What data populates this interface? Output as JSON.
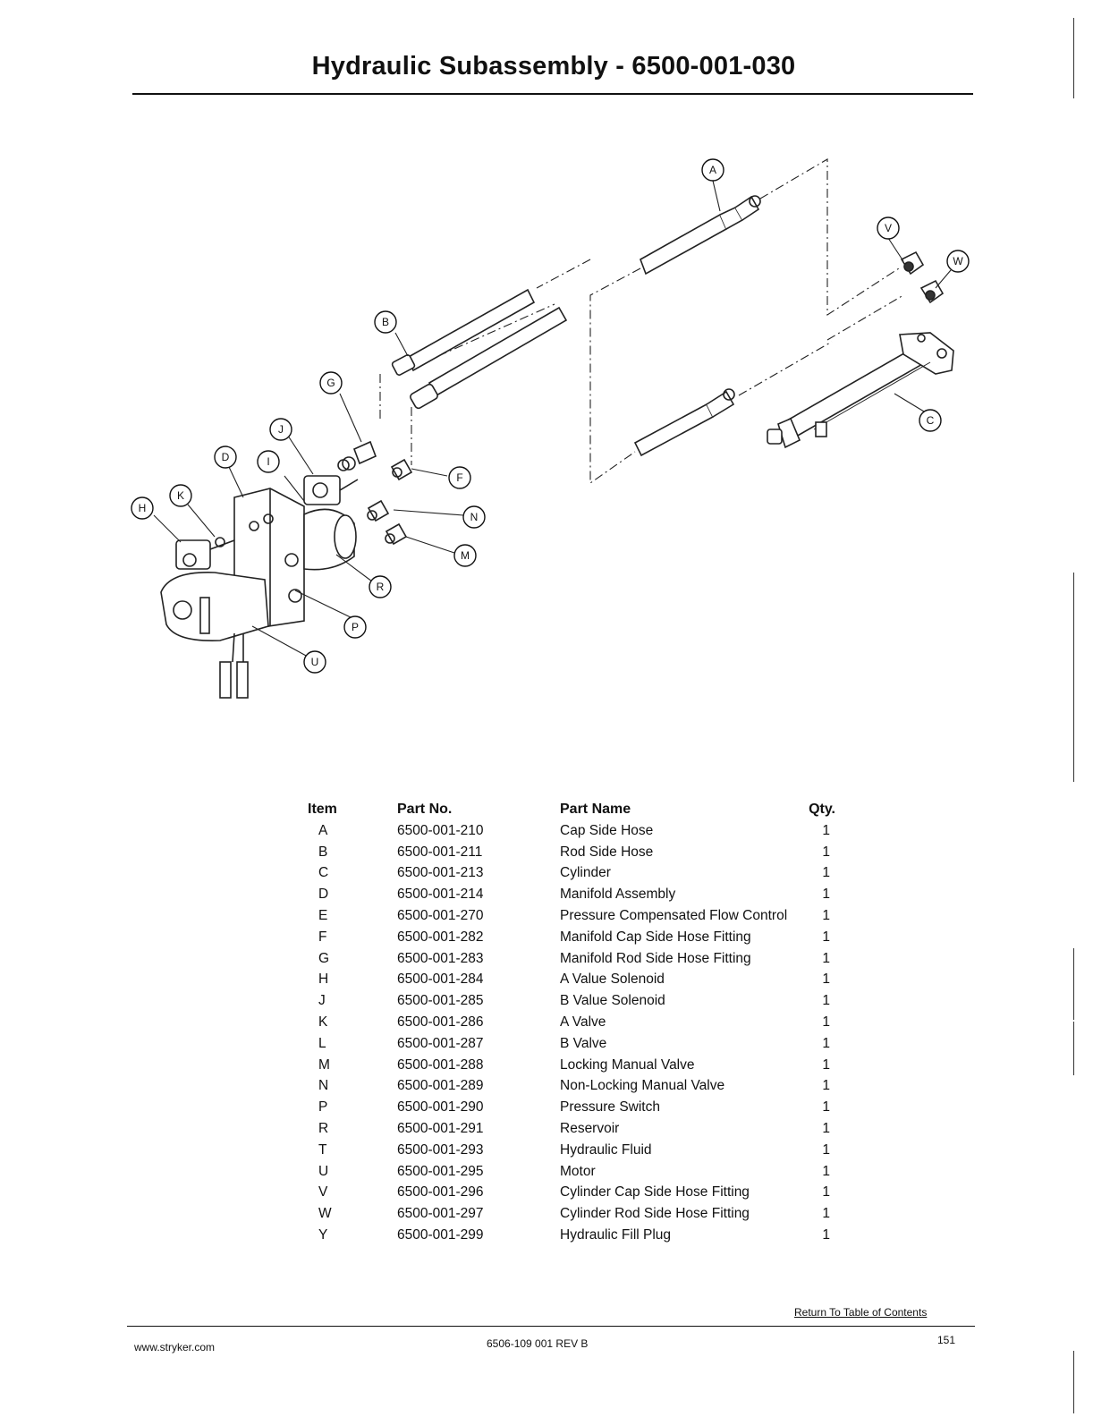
{
  "page": {
    "title": "Hydraulic Subassembly - 6500-001-030"
  },
  "diagram": {
    "labels": [
      "A",
      "B",
      "C",
      "D",
      "F",
      "G",
      "H",
      "I",
      "J",
      "K",
      "M",
      "N",
      "P",
      "R",
      "U",
      "V",
      "W"
    ]
  },
  "parts_list": {
    "columns": [
      "Item",
      "Part No.",
      "Part Name",
      "Qty."
    ],
    "rows": [
      {
        "item": "A",
        "part_no": "6500-001-210",
        "name": "Cap Side Hose",
        "qty": "1"
      },
      {
        "item": "B",
        "part_no": "6500-001-211",
        "name": "Rod Side Hose",
        "qty": "1"
      },
      {
        "item": "C",
        "part_no": "6500-001-213",
        "name": "Cylinder",
        "qty": "1"
      },
      {
        "item": "D",
        "part_no": "6500-001-214",
        "name": "Manifold Assembly",
        "qty": "1"
      },
      {
        "item": "E",
        "part_no": "6500-001-270",
        "name": "Pressure Compensated Flow Control",
        "qty": "1"
      },
      {
        "item": "F",
        "part_no": "6500-001-282",
        "name": "Manifold Cap Side Hose Fitting",
        "qty": "1"
      },
      {
        "item": "G",
        "part_no": "6500-001-283",
        "name": "Manifold Rod Side Hose Fitting",
        "qty": "1"
      },
      {
        "item": "H",
        "part_no": "6500-001-284",
        "name": "A Value Solenoid",
        "qty": "1"
      },
      {
        "item": "J",
        "part_no": "6500-001-285",
        "name": "B Value Solenoid",
        "qty": "1"
      },
      {
        "item": "K",
        "part_no": "6500-001-286",
        "name": "A Valve",
        "qty": "1"
      },
      {
        "item": "L",
        "part_no": "6500-001-287",
        "name": "B Valve",
        "qty": "1"
      },
      {
        "item": "M",
        "part_no": "6500-001-288",
        "name": "Locking Manual Valve",
        "qty": "1"
      },
      {
        "item": "N",
        "part_no": "6500-001-289",
        "name": "Non-Locking Manual Valve",
        "qty": "1"
      },
      {
        "item": "P",
        "part_no": "6500-001-290",
        "name": "Pressure Switch",
        "qty": "1"
      },
      {
        "item": "R",
        "part_no": "6500-001-291",
        "name": "Reservoir",
        "qty": "1"
      },
      {
        "item": "T",
        "part_no": "6500-001-293",
        "name": "Hydraulic Fluid",
        "qty": "1"
      },
      {
        "item": "U",
        "part_no": "6500-001-295",
        "name": "Motor",
        "qty": "1"
      },
      {
        "item": "V",
        "part_no": "6500-001-296",
        "name": "Cylinder Cap Side Hose Fitting",
        "qty": "1"
      },
      {
        "item": "W",
        "part_no": "6500-001-297",
        "name": "Cylinder Rod Side Hose Fitting",
        "qty": "1"
      },
      {
        "item": "Y",
        "part_no": "6500-001-299",
        "name": "Hydraulic Fill Plug",
        "qty": "1"
      }
    ]
  },
  "footer": {
    "return_link": "Return To Table of Contents",
    "website": "www.stryker.com",
    "doc_number": "6506-109 001 REV B",
    "page_number": "151"
  }
}
